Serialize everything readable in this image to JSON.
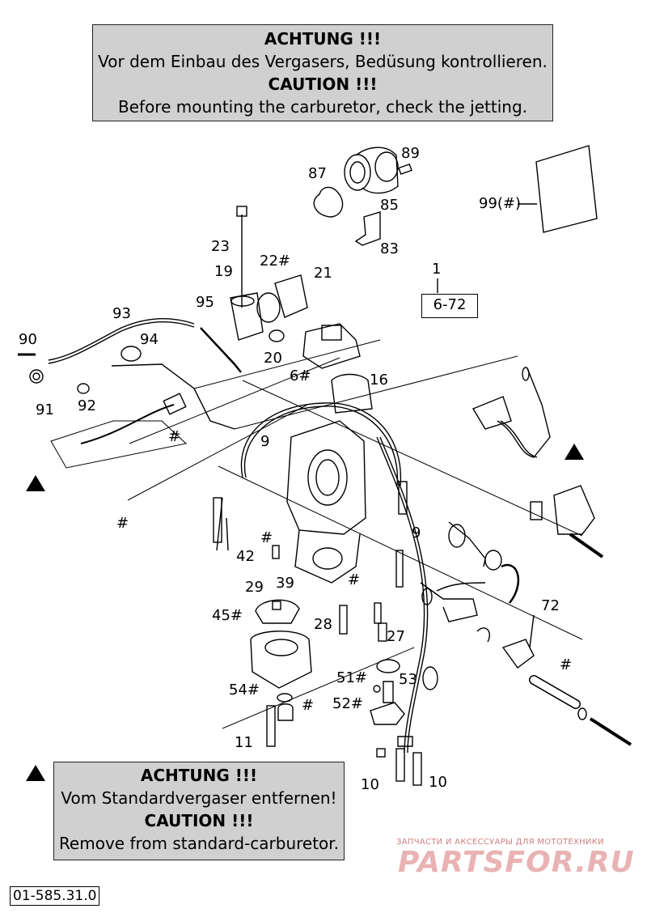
{
  "notice_top": {
    "line1": "ACHTUNG !!!",
    "line2": "Vor dem Einbau des Vergasers, Bedüsung kontrollieren.",
    "line3": "CAUTION !!!",
    "line4": "Before mounting the carburetor, check the jetting."
  },
  "notice_bottom": {
    "line1": "ACHTUNG !!!",
    "line2": "Vom Standardvergaser entfernen!",
    "line3": "CAUTION !!!",
    "line4": "Remove from standard-carburetor."
  },
  "labels": {
    "p89": "89",
    "p87": "87",
    "p85": "85",
    "p83": "83",
    "p99": "99(#)",
    "p23": "23",
    "p22": "22#",
    "p21": "21",
    "p19": "19",
    "p1": "1",
    "p6_72": "6-72",
    "p93": "93",
    "p95": "95",
    "p90": "90",
    "p94": "94",
    "p20": "20",
    "p6": "6#",
    "p16": "16",
    "p91": "91",
    "p92": "92",
    "p_hash1": "#",
    "p9a": "9",
    "p_hash2": "#",
    "p9b": "9",
    "p_hash3": "#",
    "p42": "42",
    "p39": "39",
    "p29": "29",
    "p_hash4": "#",
    "p72": "72",
    "p45": "45#",
    "p28": "28",
    "p27": "27",
    "p_hash5": "#",
    "p51": "51#",
    "p53": "53",
    "p54": "54#",
    "p52": "52#",
    "p_hash6": "#",
    "p11": "11",
    "p10a": "10",
    "p10b": "10"
  },
  "doc_number": "01-585.31.0",
  "watermark": {
    "small": "ЗАПЧАСТИ И АКСЕССУАРЫ ДЛЯ МОТОТЕХНИКИ",
    "big": "PARTSFOR.RU"
  }
}
